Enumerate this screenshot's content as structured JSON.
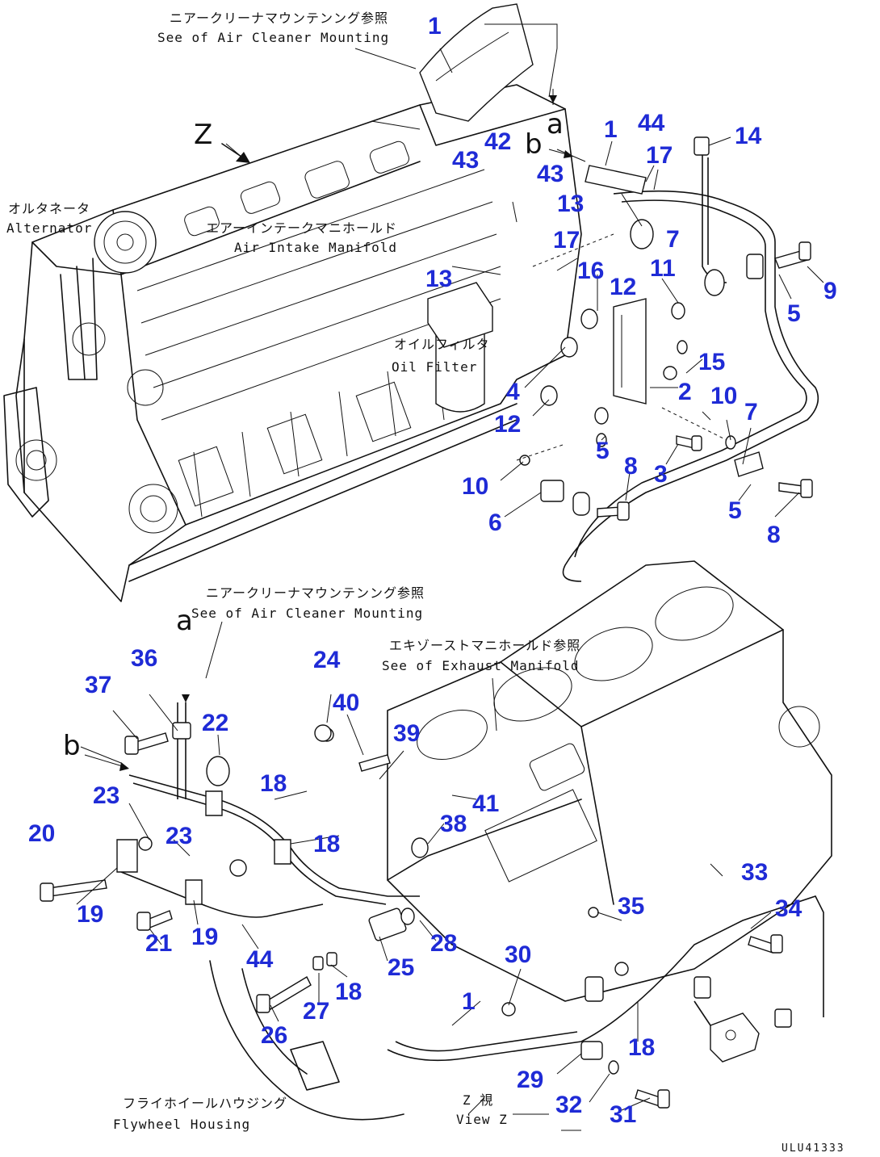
{
  "labels": {
    "air_cleaner_top_jp": "ニアークリーナマウンテンング参照",
    "air_cleaner_top_en": "See of Air Cleaner Mounting",
    "alternator_jp": "オルタネータ",
    "alternator_en": "Alternator",
    "air_intake_jp": "エアーインテークマニホールド",
    "air_intake_en": "Air Intake Manifold",
    "oil_filter_jp": "オイルフィルタ",
    "oil_filter_en": "Oil Filter",
    "air_cleaner_mid_jp": "ニアークリーナマウンテンング参照",
    "air_cleaner_mid_en": "See of Air Cleaner Mounting",
    "exhaust_jp": "エキゾーストマニホールド参照",
    "exhaust_en": "See of Exhaust Manifold",
    "flywheel_jp": "フライホイールハウジング",
    "flywheel_en": "Flywheel Housing",
    "view_jp": "Z 視",
    "view_en": "View Z",
    "view_letter": "Z",
    "letter_a_top": "a",
    "letter_b_top": "b",
    "letter_a_mid": "a",
    "letter_b_mid": "b",
    "doc_id": "ULU41333"
  },
  "callouts": [
    {
      "text": "1"
    },
    {
      "text": "44"
    },
    {
      "text": "1"
    },
    {
      "text": "17"
    },
    {
      "text": "14"
    },
    {
      "text": "42"
    },
    {
      "text": "43"
    },
    {
      "text": "43"
    },
    {
      "text": "13"
    },
    {
      "text": "17"
    },
    {
      "text": "7"
    },
    {
      "text": "9"
    },
    {
      "text": "13"
    },
    {
      "text": "16"
    },
    {
      "text": "12"
    },
    {
      "text": "11"
    },
    {
      "text": "5"
    },
    {
      "text": "15"
    },
    {
      "text": "4"
    },
    {
      "text": "2"
    },
    {
      "text": "10"
    },
    {
      "text": "7"
    },
    {
      "text": "12"
    },
    {
      "text": "5"
    },
    {
      "text": "8"
    },
    {
      "text": "3"
    },
    {
      "text": "10"
    },
    {
      "text": "6"
    },
    {
      "text": "5"
    },
    {
      "text": "8"
    },
    {
      "text": "36"
    },
    {
      "text": "37"
    },
    {
      "text": "24"
    },
    {
      "text": "40"
    },
    {
      "text": "39"
    },
    {
      "text": "22"
    },
    {
      "text": "23"
    },
    {
      "text": "18"
    },
    {
      "text": "41"
    },
    {
      "text": "20"
    },
    {
      "text": "23"
    },
    {
      "text": "38"
    },
    {
      "text": "18"
    },
    {
      "text": "33"
    },
    {
      "text": "19"
    },
    {
      "text": "19"
    },
    {
      "text": "35"
    },
    {
      "text": "34"
    },
    {
      "text": "21"
    },
    {
      "text": "44"
    },
    {
      "text": "28"
    },
    {
      "text": "25"
    },
    {
      "text": "30"
    },
    {
      "text": "18"
    },
    {
      "text": "1"
    },
    {
      "text": "27"
    },
    {
      "text": "26"
    },
    {
      "text": "18"
    },
    {
      "text": "29"
    },
    {
      "text": "32"
    },
    {
      "text": "31"
    }
  ]
}
